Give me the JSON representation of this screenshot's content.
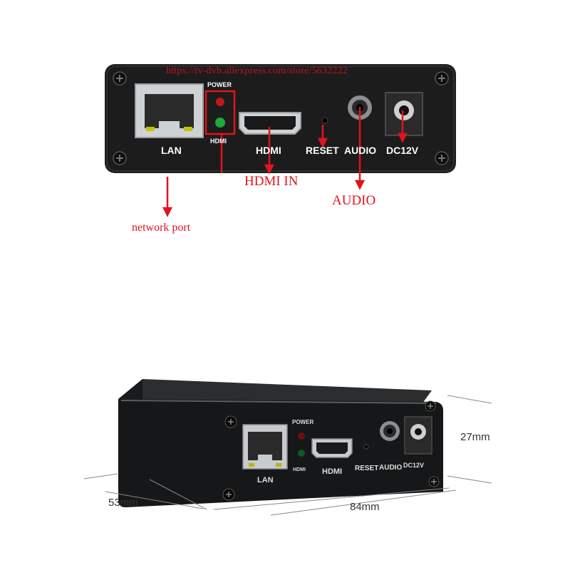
{
  "top_panel": {
    "watermark": "https://tv-dvb.aliexpress.com/store/5632222",
    "labels": {
      "power": "POWER",
      "hdmi_led": "HDMI",
      "lan": "LAN",
      "hdmi": "HDMI",
      "reset": "RESET",
      "audio": "AUDIO",
      "dc": "DC12V"
    },
    "callouts": {
      "hdmi_in": "HDMI IN",
      "audio": "AUDIO",
      "network_port": "network port"
    }
  },
  "bottom_photo": {
    "labels": {
      "power": "POWER",
      "hdmi_led": "HDMI",
      "lan": "LAN",
      "hdmi": "HDMI",
      "reset": "RESET",
      "audio": "AUDIO",
      "dc": "DC12V"
    },
    "dimensions": {
      "height": "27mm",
      "depth": "53mm",
      "width": "84mm"
    }
  },
  "colors": {
    "panel": "#1c1c1c",
    "callout": "#e0141c",
    "led_red": "#c0181a",
    "led_green": "#1faa3a"
  }
}
